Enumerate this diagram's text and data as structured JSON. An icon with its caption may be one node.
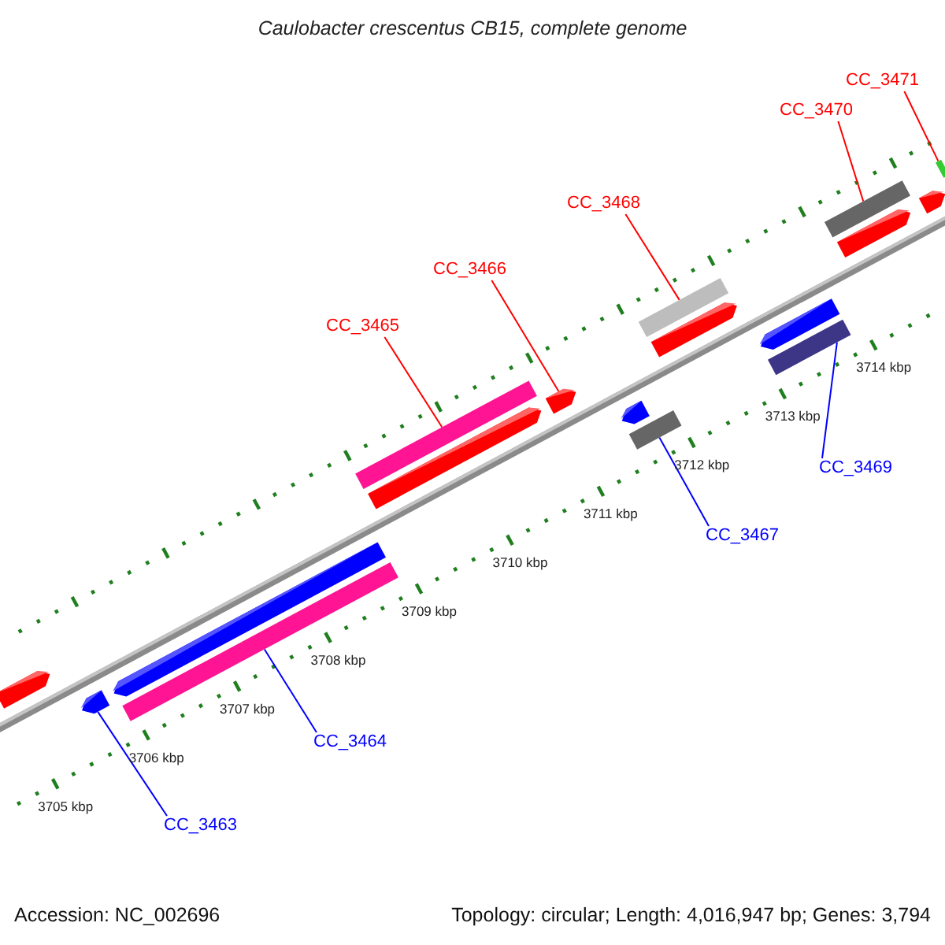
{
  "diagram": {
    "title": "Caulobacter crescentus CB15, complete genome",
    "nodes": [
      {
        "text": [
          "CC_3471"
        ]
      },
      {
        "text": [
          "CC_3470"
        ]
      },
      {
        "text": [
          "CC_3468"
        ]
      },
      {
        "text": [
          "CC_3466"
        ]
      },
      {
        "text": [
          "CC_3465"
        ]
      },
      {
        "text": [
          "CC_3469"
        ]
      },
      {
        "text": [
          "CC_3467"
        ]
      },
      {
        "text": [
          "CC_3464"
        ]
      },
      {
        "text": [
          "CC_3463"
        ]
      },
      {
        "text": [],
        "shape": "bar"
      },
      {
        "text": [],
        "shape": "bar"
      },
      {
        "text": [],
        "shape": "bar"
      },
      {
        "text": [],
        "shape": "bar"
      },
      {
        "text": [],
        "shape": "bar"
      },
      {
        "text": [],
        "shape": "bar"
      },
      {
        "text": [],
        "shape": "bar"
      },
      {
        "text": [],
        "shape": "bar"
      },
      {
        "text": [],
        "shape": "bar"
      },
      {
        "text": [],
        "shape": "bar"
      },
      {
        "text": [],
        "shape": "bar"
      },
      {
        "text": [],
        "shape": "bar"
      },
      {
        "text": [],
        "shape": "bar"
      },
      {
        "text": [],
        "shape": "bar"
      },
      {
        "text": [],
        "shape": "bar"
      },
      {
        "text": [],
        "shape": "bar"
      },
      {
        "text": [],
        "shape": "bar"
      }
    ],
    "edges": [
      {
        "from": 0,
        "to": 9,
        "arrow": "none"
      },
      {
        "from": 1,
        "to": 11,
        "arrow": "none"
      },
      {
        "from": 2,
        "to": 13,
        "arrow": "none"
      },
      {
        "from": 3,
        "to": 17,
        "arrow": "none"
      },
      {
        "from": 4,
        "to": 18,
        "arrow": "none"
      },
      {
        "from": 5,
        "to": 16,
        "arrow": "none",
        "color": "#0000ff"
      },
      {
        "from": 6,
        "to": 21,
        "arrow": "none",
        "color": "#0000ff"
      },
      {
        "from": 7,
        "to": 23,
        "arrow": "none",
        "color": "#0000ff"
      },
      {
        "from": 8,
        "to": 25,
        "arrow": "none",
        "color": "#0000ff"
      }
    ],
    "labels": [
      "3714 kbp",
      "3713 kbp",
      "3712 kbp",
      "3711 kbp",
      "3710 kbp",
      "3709 kbp",
      "3708 kbp",
      "3707 kbp",
      "3706 kbp",
      "3705 kbp",
      "Accession: NC_002696",
      "Topology: circular; Length: 4,016,947 bp; Genes: 3,794"
    ]
  }
}
